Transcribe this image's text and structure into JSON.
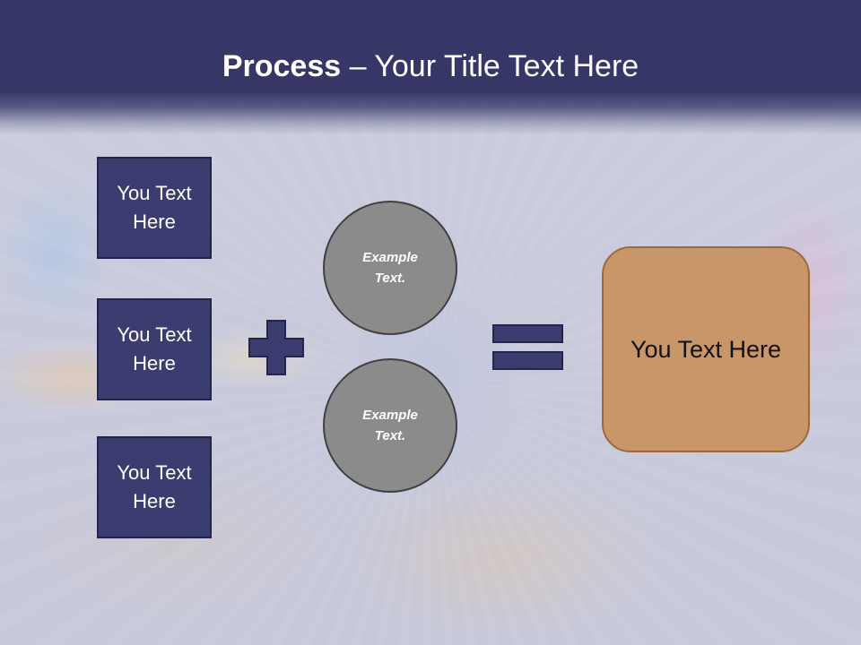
{
  "slide": {
    "title_bold": "Process",
    "title_rest": " – Your Title Text Here",
    "left_boxes": [
      {
        "text": "You Text Here"
      },
      {
        "text": "You Text Here"
      },
      {
        "text": "You Text Here"
      }
    ],
    "circles": [
      {
        "text": "Example Text."
      },
      {
        "text": "Example Text."
      }
    ],
    "result_text": "You Text Here",
    "colors": {
      "header": "#363766",
      "navy_shape": "#3b3c70",
      "circle_fill": "#8b8b8b",
      "result_fill": "#c9966a"
    },
    "icons": {
      "operator_1": "plus-icon",
      "operator_2": "equals-icon"
    }
  }
}
